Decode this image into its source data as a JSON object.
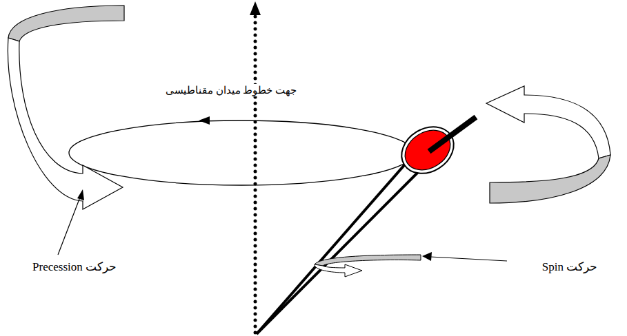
{
  "diagram": {
    "labels": [
      "جهت خطوط میدان مقناطیسی",
      "حرکت Precession",
      "حرکت Spin"
    ]
  }
}
